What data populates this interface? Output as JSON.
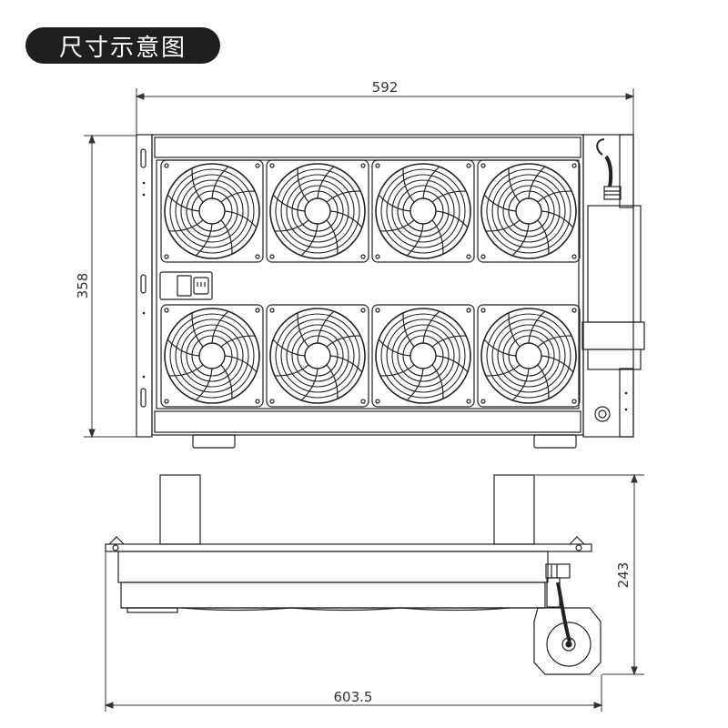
{
  "title": "尺寸示意图",
  "dimensions": {
    "front_width": "592",
    "front_height": "358",
    "side_depth": "603.5",
    "side_height": "243"
  },
  "fans": {
    "rows": 2,
    "columns": 4,
    "count": 8
  },
  "colors": {
    "line": "#222222",
    "dimension": "#333333",
    "title_bg": "#1f1f1f",
    "title_text": "#ffffff"
  }
}
